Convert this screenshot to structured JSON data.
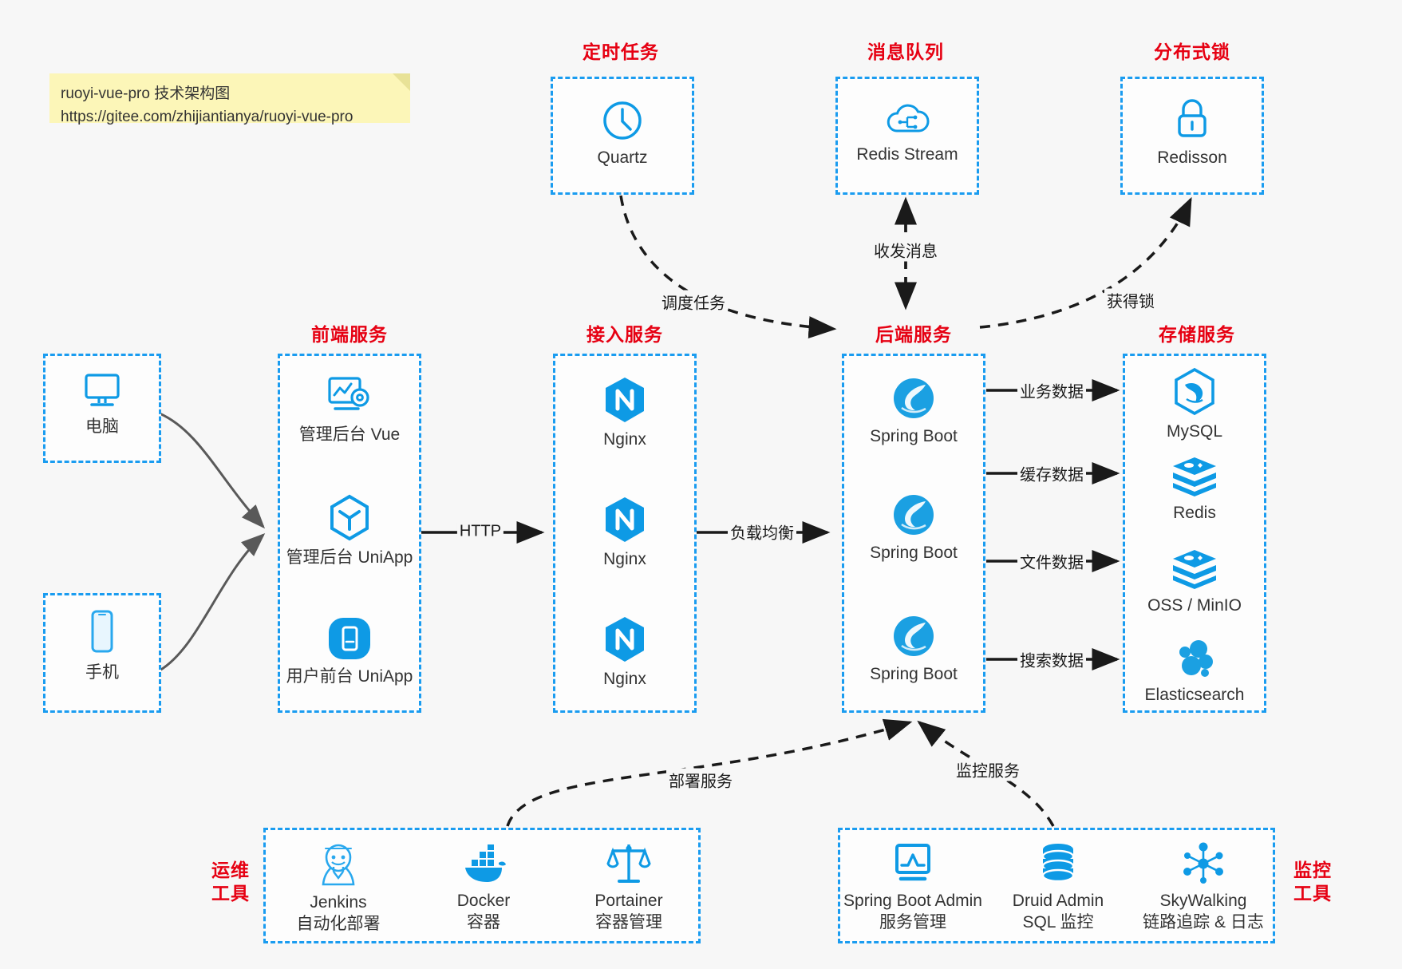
{
  "note": {
    "line1": "ruoyi-vue-pro 技术架构图",
    "line2": "https://gitee.com/zhijiantianya/ruoyi-vue-pro"
  },
  "colors": {
    "box_border": "#1a9cf0",
    "group_title": "#e60012",
    "icon_blue": "#0e9ae5",
    "background": "#f7f7f7",
    "note_bg": "#fcf6b8",
    "edge_dark": "#1a1a1a",
    "edge_gray": "#595959"
  },
  "groups": {
    "scheduler": {
      "title": "定时任务",
      "nodes": [
        {
          "label": "Quartz",
          "icon": "clock-icon"
        }
      ]
    },
    "mq": {
      "title": "消息队列",
      "nodes": [
        {
          "label": "Redis Stream",
          "icon": "cloud-stream-icon"
        }
      ]
    },
    "lock": {
      "title": "分布式锁",
      "nodes": [
        {
          "label": "Redisson",
          "icon": "padlock-icon"
        }
      ]
    },
    "clients": {
      "nodes": [
        {
          "label": "电脑",
          "icon": "desktop-icon"
        },
        {
          "label": "手机",
          "icon": "mobile-icon"
        }
      ]
    },
    "frontend": {
      "title": "前端服务",
      "nodes": [
        {
          "label": "管理后台 Vue",
          "icon": "dashboard-gear-icon"
        },
        {
          "label": "管理后台 UniApp",
          "icon": "hexagon-cube-icon"
        },
        {
          "label": "用户前台 UniApp",
          "icon": "app-rounded-icon"
        }
      ]
    },
    "gateway": {
      "title": "接入服务",
      "nodes": [
        {
          "label": "Nginx",
          "icon": "nginx-icon"
        },
        {
          "label": "Nginx",
          "icon": "nginx-icon"
        },
        {
          "label": "Nginx",
          "icon": "nginx-icon"
        }
      ]
    },
    "backend": {
      "title": "后端服务",
      "nodes": [
        {
          "label": "Spring Boot",
          "icon": "spring-leaf-icon"
        },
        {
          "label": "Spring Boot",
          "icon": "spring-leaf-icon"
        },
        {
          "label": "Spring Boot",
          "icon": "spring-leaf-icon"
        }
      ]
    },
    "storage": {
      "title": "存储服务",
      "nodes": [
        {
          "label": "MySQL",
          "icon": "mysql-dolphin-icon"
        },
        {
          "label": "Redis",
          "icon": "redis-stack-icon"
        },
        {
          "label": "OSS / MinIO",
          "icon": "redis-stack-icon"
        },
        {
          "label": "Elasticsearch",
          "icon": "elasticsearch-icon"
        }
      ]
    },
    "devops": {
      "title": "运维\n工具",
      "title_line1": "运维",
      "title_line2": "工具",
      "nodes": [
        {
          "label": "Jenkins",
          "sub": "自动化部署",
          "icon": "jenkins-butler-icon"
        },
        {
          "label": "Docker",
          "sub": "容器",
          "icon": "docker-whale-icon"
        },
        {
          "label": "Portainer",
          "sub": "容器管理",
          "icon": "scales-icon"
        }
      ]
    },
    "monitor": {
      "title_line1": "监控",
      "title_line2": "工具",
      "nodes": [
        {
          "label": "Spring Boot Admin",
          "sub": "服务管理",
          "icon": "monitor-chart-icon"
        },
        {
          "label": "Druid Admin",
          "sub": "SQL 监控",
          "icon": "database-cylinder-icon"
        },
        {
          "label": "SkyWalking",
          "sub": "链路追踪 & 日志",
          "icon": "skywalking-star-icon"
        }
      ]
    }
  },
  "edges": [
    {
      "id": "quartz-backend",
      "label": "调度任务",
      "style": "dashed"
    },
    {
      "id": "mq-backend",
      "label": "收发消息",
      "style": "dashed-bidirectional"
    },
    {
      "id": "backend-lock",
      "label": "获得锁",
      "style": "dashed"
    },
    {
      "id": "frontend-gateway",
      "label": "HTTP",
      "style": "solid"
    },
    {
      "id": "gateway-backend",
      "label": "负载均衡",
      "style": "solid"
    },
    {
      "id": "backend-mysql",
      "label": "业务数据",
      "style": "solid"
    },
    {
      "id": "backend-redis",
      "label": "缓存数据",
      "style": "solid"
    },
    {
      "id": "backend-oss",
      "label": "文件数据",
      "style": "solid"
    },
    {
      "id": "backend-es",
      "label": "搜索数据",
      "style": "solid"
    },
    {
      "id": "devops-backend",
      "label": "部署服务",
      "style": "dashed"
    },
    {
      "id": "monitor-backend",
      "label": "监控服务",
      "style": "dashed"
    }
  ]
}
